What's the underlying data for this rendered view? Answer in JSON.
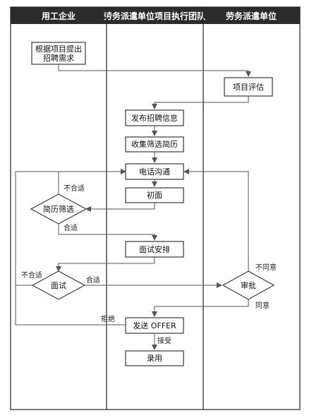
{
  "lanes": [
    {
      "id": "enterprise",
      "title": "用工企业"
    },
    {
      "id": "team",
      "title": "劳务派遣单位项目执行团队"
    },
    {
      "id": "dispatch",
      "title": "劳务派遣单位"
    }
  ],
  "nodes": {
    "propose": {
      "line1": "根据项目提出",
      "line2": "招聘需求"
    },
    "evaluate": {
      "text": "项目评估"
    },
    "publish": {
      "text": "发布招聘信息"
    },
    "collect": {
      "text": "收集筛选简历"
    },
    "phone": {
      "text": "电话沟通"
    },
    "first_interview": {
      "text": "初面"
    },
    "resume_screen": {
      "text": "简历筛选"
    },
    "arrange": {
      "text": "面试安排"
    },
    "interview": {
      "text": "面试"
    },
    "approve": {
      "text": "审批"
    },
    "send_offer": {
      "text": "发送 OFFER"
    },
    "hire": {
      "text": "录用"
    }
  },
  "edge_labels": {
    "screen_reject": "不合适",
    "screen_pass": "合适",
    "interview_reject": "不合适",
    "interview_pass": "合适",
    "approve_reject": "不同意",
    "approve_pass": "同意",
    "offer_refuse": "拒绝",
    "offer_accept": "接受"
  },
  "colors": {
    "header": "#2b2b2b",
    "stroke": "#3a3a3a",
    "edge": "#555555"
  }
}
